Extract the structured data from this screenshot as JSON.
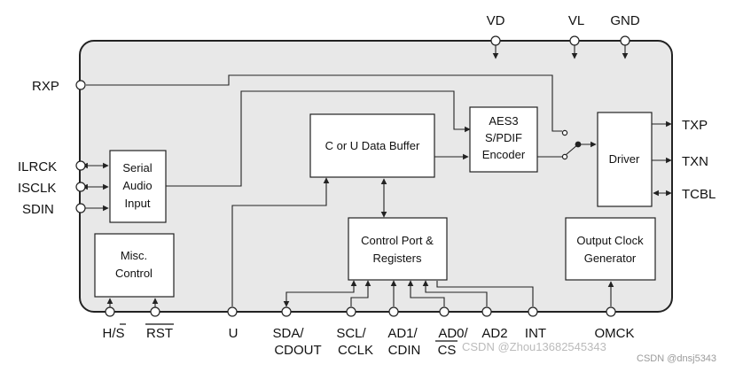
{
  "pins": {
    "vd": "VD",
    "vl": "VL",
    "gnd": "GND",
    "rxp": "RXP",
    "ilrck": "ILRCK",
    "isclk": "ISCLK",
    "sdin": "SDIN",
    "txp": "TXP",
    "txn": "TXN",
    "tcbl": "TCBL",
    "hs": "H/S",
    "rst": "RST",
    "u": "U",
    "sda": [
      "SDA/",
      "CDOUT"
    ],
    "scl": [
      "SCL/",
      "CCLK"
    ],
    "ad1": [
      "AD1/",
      "CDIN"
    ],
    "ad0": [
      "AD0/",
      "CS"
    ],
    "ad2": "AD2",
    "int": "INT",
    "omck": "OMCK"
  },
  "blocks": {
    "serial_audio_input": [
      "Serial",
      "Audio",
      "Input"
    ],
    "misc_control": [
      "Misc.",
      "Control"
    ],
    "data_buffer": "C or U Data Buffer",
    "aes3_encoder": [
      "AES3",
      "S/PDIF",
      "Encoder"
    ],
    "driver": "Driver",
    "control_port": [
      "Control Port &",
      "Registers"
    ],
    "output_clock": [
      "Output Clock",
      "Generator"
    ]
  },
  "watermarks": {
    "center": "CSDN @Zhou13682545343",
    "corner": "CSDN @dnsj5343"
  }
}
